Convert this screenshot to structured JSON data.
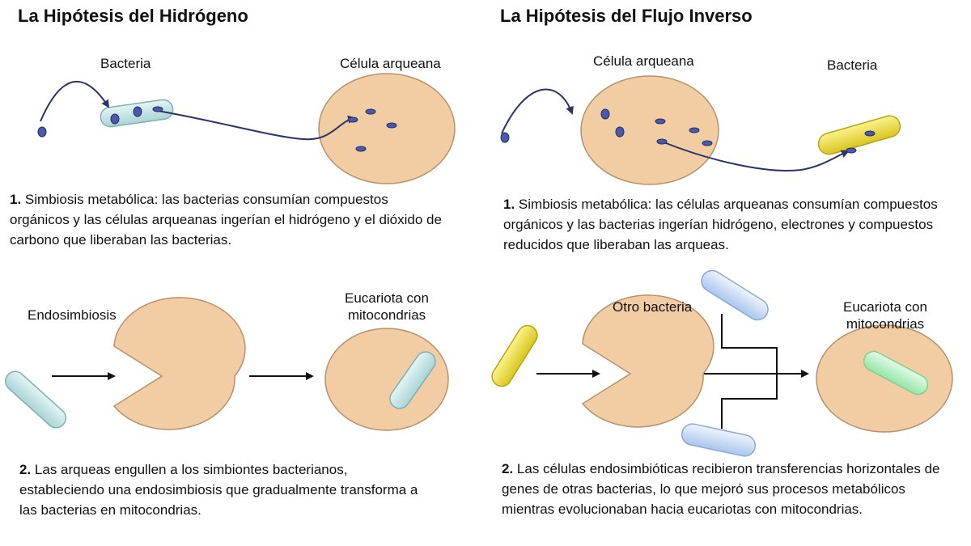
{
  "left": {
    "title": "La Hipótesis del Hidrógeno",
    "step1": {
      "label_bacteria": "Bacteria",
      "label_archaea": "Célula arqueana",
      "number": "1.",
      "text": "Simbiosis metabólica: las bacterias consumían compuestos orgánicos y las células arqueanas ingerían el hidrógeno y el dióxido de carbono que liberaban las bacterias."
    },
    "step2": {
      "label_endosymbiosis": "Endosimbiosis",
      "label_eukaryote_line1": "Eucariota con",
      "label_eukaryote_line2": "mitocondrias",
      "number": "2.",
      "text": "Las arqueas engullen a los simbiontes bacterianos, estableciendo una endosimbiosis que gradualmente transforma a las bacterias en mitocondrias."
    }
  },
  "right": {
    "title": "La Hipótesis del Flujo Inverso",
    "step1": {
      "label_archaea": "Célula arqueana",
      "label_bacteria": "Bacteria",
      "number": "1.",
      "text": "Simbiosis metabólica: las células arqueanas consumían compuestos orgánicos y las bacterias ingerían hidrógeno, electrones y compuestos reducidos que liberaban las arqueas."
    },
    "step2": {
      "label_other_bacteria": "Otro bacteria",
      "label_eukaryote_line1": "Eucariota con",
      "label_eukaryote_line2": "mitocondrias",
      "number": "2.",
      "text": "Las células endosimbióticas recibieron transferencias horizontales de genes de otras bacterias, lo que mejoró sus procesos metabólicos mientras evolucionaban hacia eucariotas con mitocondrias."
    }
  },
  "colors": {
    "archaea_fill": "#f2cda4",
    "archaea_stroke": "#c9a17a",
    "molecule": "#4a5aa8",
    "molecule_stroke": "#25306a",
    "bacteria_cyan": "#bfe3e3",
    "bacteria_yellow": "#f0e03a",
    "bacteria_blue": "#c9dcf5",
    "mito_green": "#b6f0c2",
    "arrow": "#111111"
  }
}
